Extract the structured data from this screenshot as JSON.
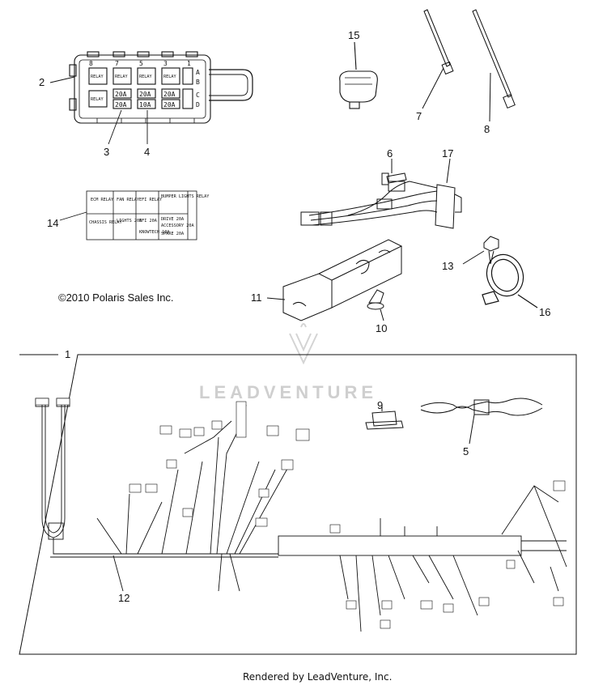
{
  "callouts": {
    "c1": "1",
    "c2": "2",
    "c3": "3",
    "c4": "4",
    "c5": "5",
    "c6": "6",
    "c7": "7",
    "c8": "8",
    "c9": "9",
    "c10": "10",
    "c11": "11",
    "c12": "12",
    "c13": "13",
    "c14": "14",
    "c15": "15",
    "c16": "16",
    "c17": "17"
  },
  "fuse_box": {
    "columns": [
      "8",
      "7",
      "5",
      "3",
      "1"
    ],
    "rows": [
      "A",
      "B",
      "C",
      "D"
    ],
    "relay_label": "RELAY",
    "fuses_row1": [
      "20A",
      "20A",
      "20A"
    ],
    "fuses_row2": [
      "20A",
      "10A",
      "20A"
    ]
  },
  "label_card": {
    "row1": [
      "ECM RELAY",
      "FAN RELAY",
      "EFI RELAY",
      "BUMPER LIGHTS RELAY"
    ],
    "row2": [
      "CHASSIS RELAY",
      "LIGHTS 20A",
      "EFI 20A",
      "DRIVE 20A",
      "ACCESSORY 20A"
    ],
    "row3": [
      "",
      "",
      "",
      "KNOWTECH 10A",
      "SPARE 20A"
    ]
  },
  "copyright": "©2010 Polaris Sales Inc.",
  "watermark": "LEADVENTURE",
  "footer": "Rendered by LeadVenture, Inc."
}
